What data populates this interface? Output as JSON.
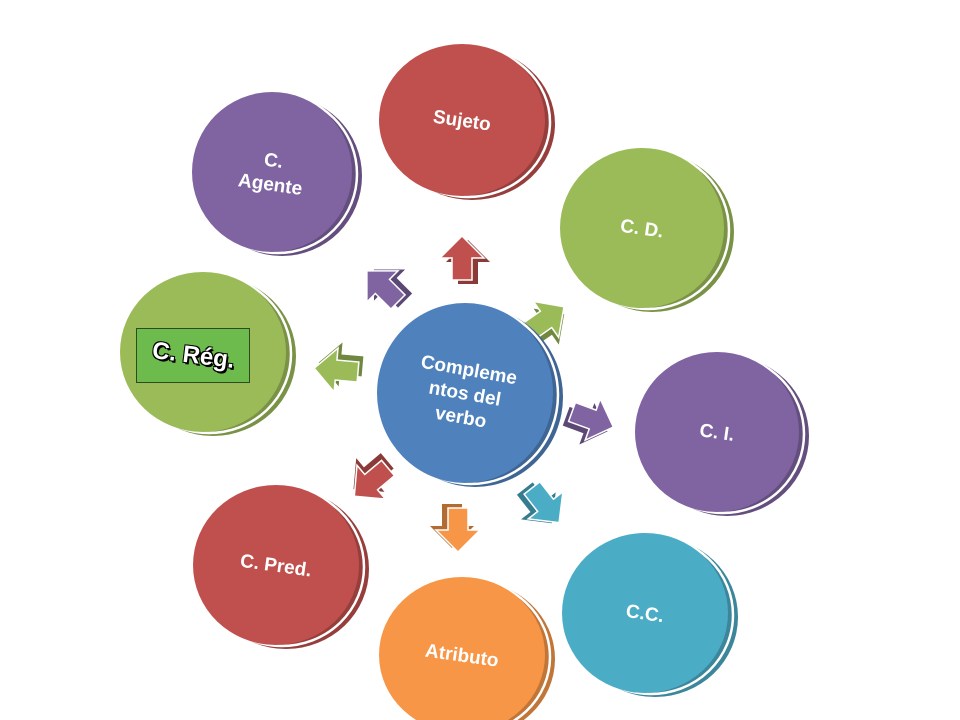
{
  "center": {
    "label_lines": [
      "Compleme",
      "ntos del",
      "verbo"
    ],
    "color": "#4f81bd"
  },
  "nodes": [
    {
      "id": "sujeto",
      "label_lines": [
        "Sujeto"
      ],
      "color": "#c0504d"
    },
    {
      "id": "cd",
      "label_lines": [
        "C. D."
      ],
      "color": "#9bbb59"
    },
    {
      "id": "ci",
      "label_lines": [
        "C. I."
      ],
      "color": "#8064a2"
    },
    {
      "id": "cc",
      "label_lines": [
        "C.C."
      ],
      "color": "#4bacc6"
    },
    {
      "id": "atributo",
      "label_lines": [
        "Atributo"
      ],
      "color": "#f79646"
    },
    {
      "id": "cpred",
      "label_lines": [
        "C. Pred."
      ],
      "color": "#c0504d"
    },
    {
      "id": "creg",
      "label_lines": [],
      "color": "#9bbb59"
    },
    {
      "id": "cagente",
      "label_lines": [
        "C.",
        "Agente"
      ],
      "color": "#8064a2"
    }
  ],
  "highlight_box": {
    "label": "C. Rég.",
    "color": "#6dbb4d"
  }
}
